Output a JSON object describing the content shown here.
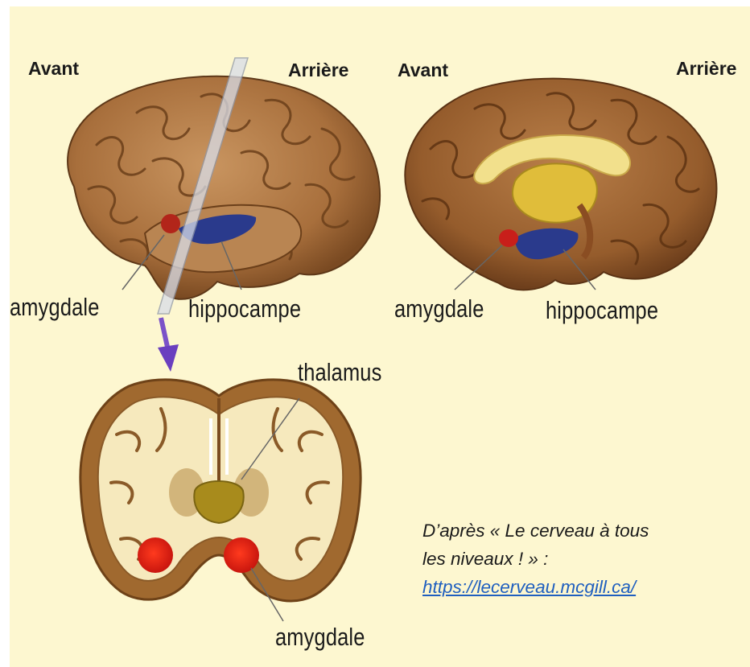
{
  "labels": {
    "top_left_front": "Avant",
    "top_left_back": "Arrière",
    "top_right_front": "Avant",
    "top_right_back": "Arrière",
    "left_amygdala": "amygdale",
    "left_hippocampus": "hippocampe",
    "right_amygdala": "amygdale",
    "right_hippocampus": "hippocampe",
    "thalamus": "thalamus",
    "section_amygdala": "amygdale"
  },
  "credit": {
    "line1": "D’après « Le cerveau à tous",
    "line2": "les niveaux ! » :",
    "link": "https://lecerveau.mcgill.ca/"
  },
  "colors": {
    "background": "#fdf7d0",
    "brain_surface": "#b07a44",
    "hippocampus": "#2a3a8c",
    "amygdala": "#d9231a",
    "thalamus": "#a88b1c",
    "link": "#1f5fbf"
  }
}
